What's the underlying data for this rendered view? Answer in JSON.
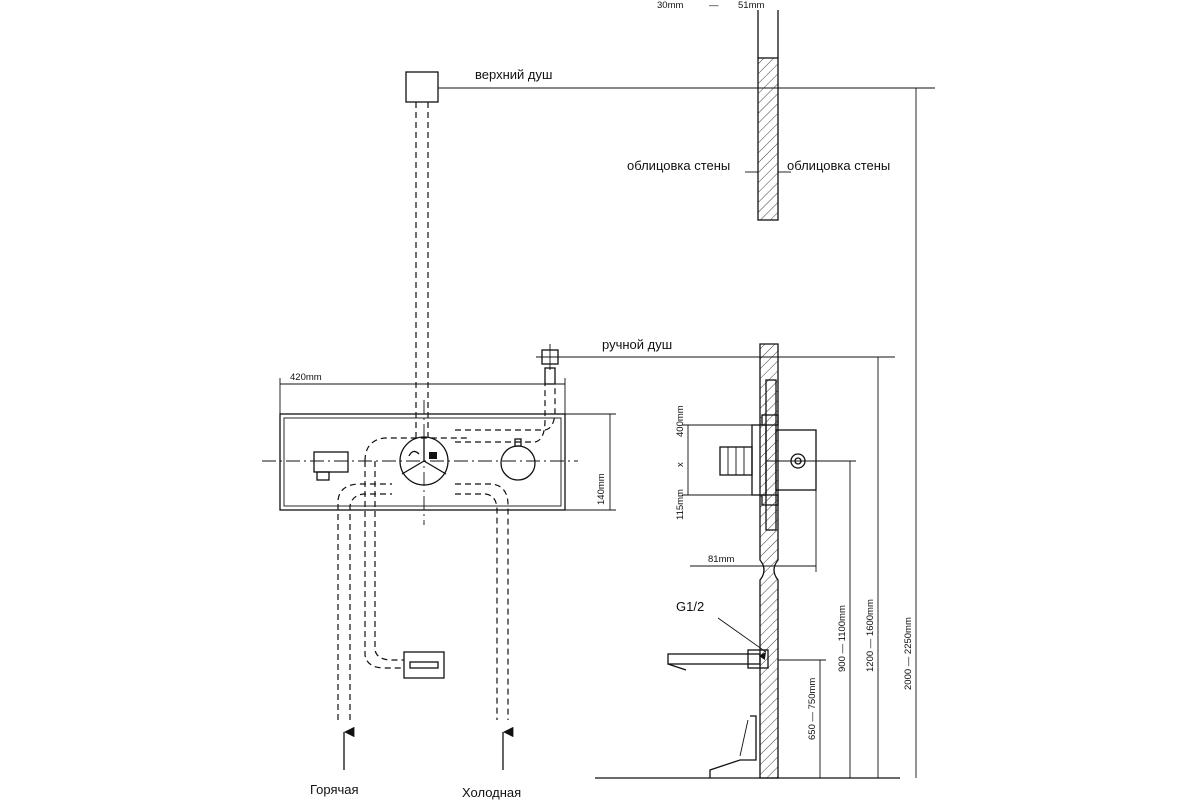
{
  "labels": {
    "upper_shower": "верхний душ",
    "hand_shower": "ручной душ",
    "wall_cladding_left": "облицовка стены",
    "wall_cladding_right": "облицовка стены",
    "hot": "Горячая",
    "cold": "Холодная",
    "thread": "G1/2"
  },
  "dimensions": {
    "wall_depth_min": "30mm",
    "wall_depth_sep": "—",
    "wall_depth_max": "51mm",
    "panel_width": "420mm",
    "panel_height": "140mm",
    "box_width": "400mm",
    "box_x": "x",
    "box_height": "115mm",
    "box_depth": "81mm",
    "mixer_height": "900 — 1100mm",
    "hand_shower_height": "1200 — 1600mm",
    "upper_shower_height": "2000 — 2250mm",
    "spout_height": "650 — 750mm"
  }
}
